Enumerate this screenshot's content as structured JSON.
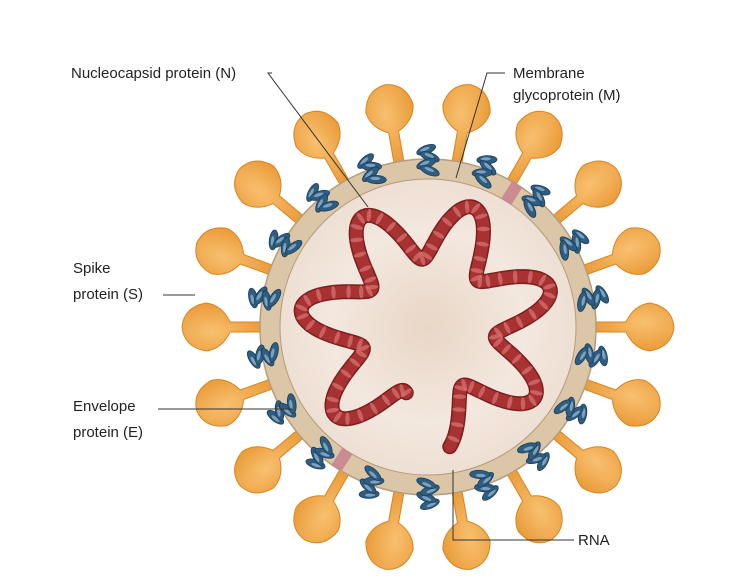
{
  "labels": {
    "nucleocapsid": "Nucleocapsid protein (N)",
    "membrane_line1": "Membrane",
    "membrane_line2": "glycoprotein (M)",
    "spike_line1": "Spike",
    "spike_line2": "protein (S)",
    "envelope_line1": "Envelope",
    "envelope_line2": "protein (E)",
    "rna": "RNA"
  },
  "colors": {
    "spike": "#F0A245",
    "spike_outline": "#D88420",
    "envelope_ring": "#DCC6A8",
    "envelope_outline": "#B8A080",
    "interior": "#F1E4DA",
    "interior_center": "#E6D2C2",
    "rna": "#A83232",
    "rna_highlight": "#D67070",
    "membrane_protein": "#2F5D80",
    "membrane_highlight": "#8FB3D0",
    "envelope_protein": "#C88090"
  },
  "icons": {
    "spike": "spike-protein-icon",
    "membrane": "membrane-glycoprotein-icon",
    "envelope": "envelope-protein-icon",
    "rna": "rna-strand-icon"
  }
}
